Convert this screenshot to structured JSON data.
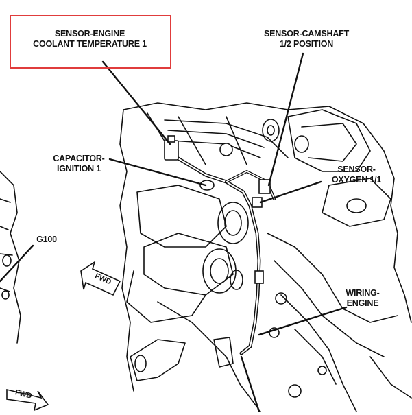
{
  "colors": {
    "line": "#111111",
    "background": "#ffffff",
    "highlight": "#e03c3c"
  },
  "labels": {
    "coolant_temp_line1": "SENSOR-ENGINE",
    "coolant_temp_line2": "COOLANT TEMPERATURE 1",
    "camshaft_line1": "SENSOR-CAMSHAFT",
    "camshaft_line2": "1/2 POSITION",
    "capacitor_line1": "CAPACITOR-",
    "capacitor_line2": "IGNITION 1",
    "oxygen_line1": "SENSOR-",
    "oxygen_line2": "OXYGEN 1/1",
    "g100": "G100",
    "wiring_line1": "WIRING-",
    "wiring_line2": "ENGINE",
    "fwd_1": "FWD",
    "fwd_2": "FWD"
  }
}
